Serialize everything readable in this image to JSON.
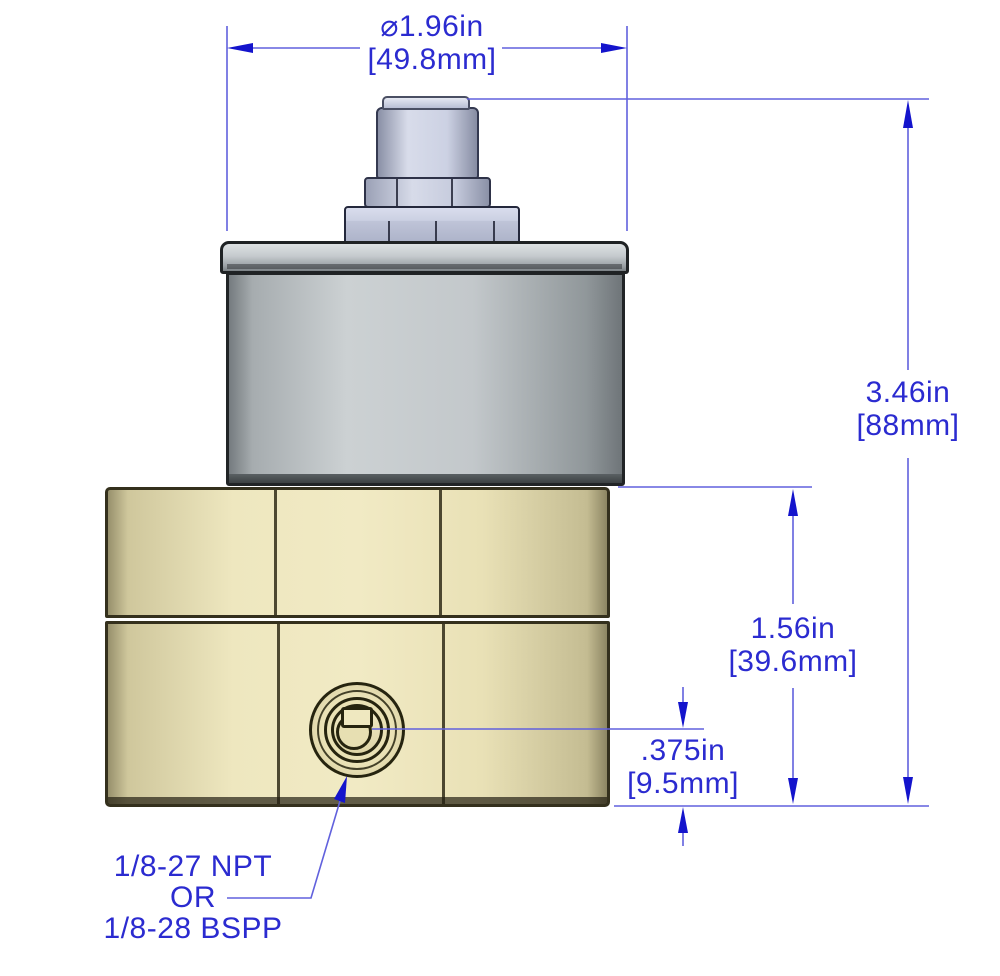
{
  "drawing": {
    "title": "solenoid-valve-dimension-drawing",
    "accent_color": "#2b2bd0",
    "part_colors": {
      "connector": "#ccd1e3",
      "coil_housing": "#c3c8cb",
      "valve_body": "#eee7bf"
    },
    "labels": {
      "diameter_in": "⌀1.96in",
      "diameter_mm": "[49.8mm]",
      "total_in": "3.46in",
      "total_mm": "[88mm]",
      "base_in": "1.56in",
      "base_mm": "[39.6mm]",
      "port_in": ".375in",
      "port_mm": "[9.5mm]",
      "thread_1": "1/8-27 NPT",
      "thread_2": "OR",
      "thread_3": "1/8-28 BSPP"
    },
    "dimensions": {
      "diameter": {
        "inches": 1.96,
        "millimeters": 49.8
      },
      "total_height": {
        "inches": 3.46,
        "millimeters": 88
      },
      "base_height": {
        "inches": 1.56,
        "millimeters": 39.6
      },
      "port_center_height": {
        "inches": 0.375,
        "millimeters": 9.5
      },
      "port_thread_options": [
        "1/8-27 NPT",
        "1/8-28 BSPP"
      ]
    }
  }
}
